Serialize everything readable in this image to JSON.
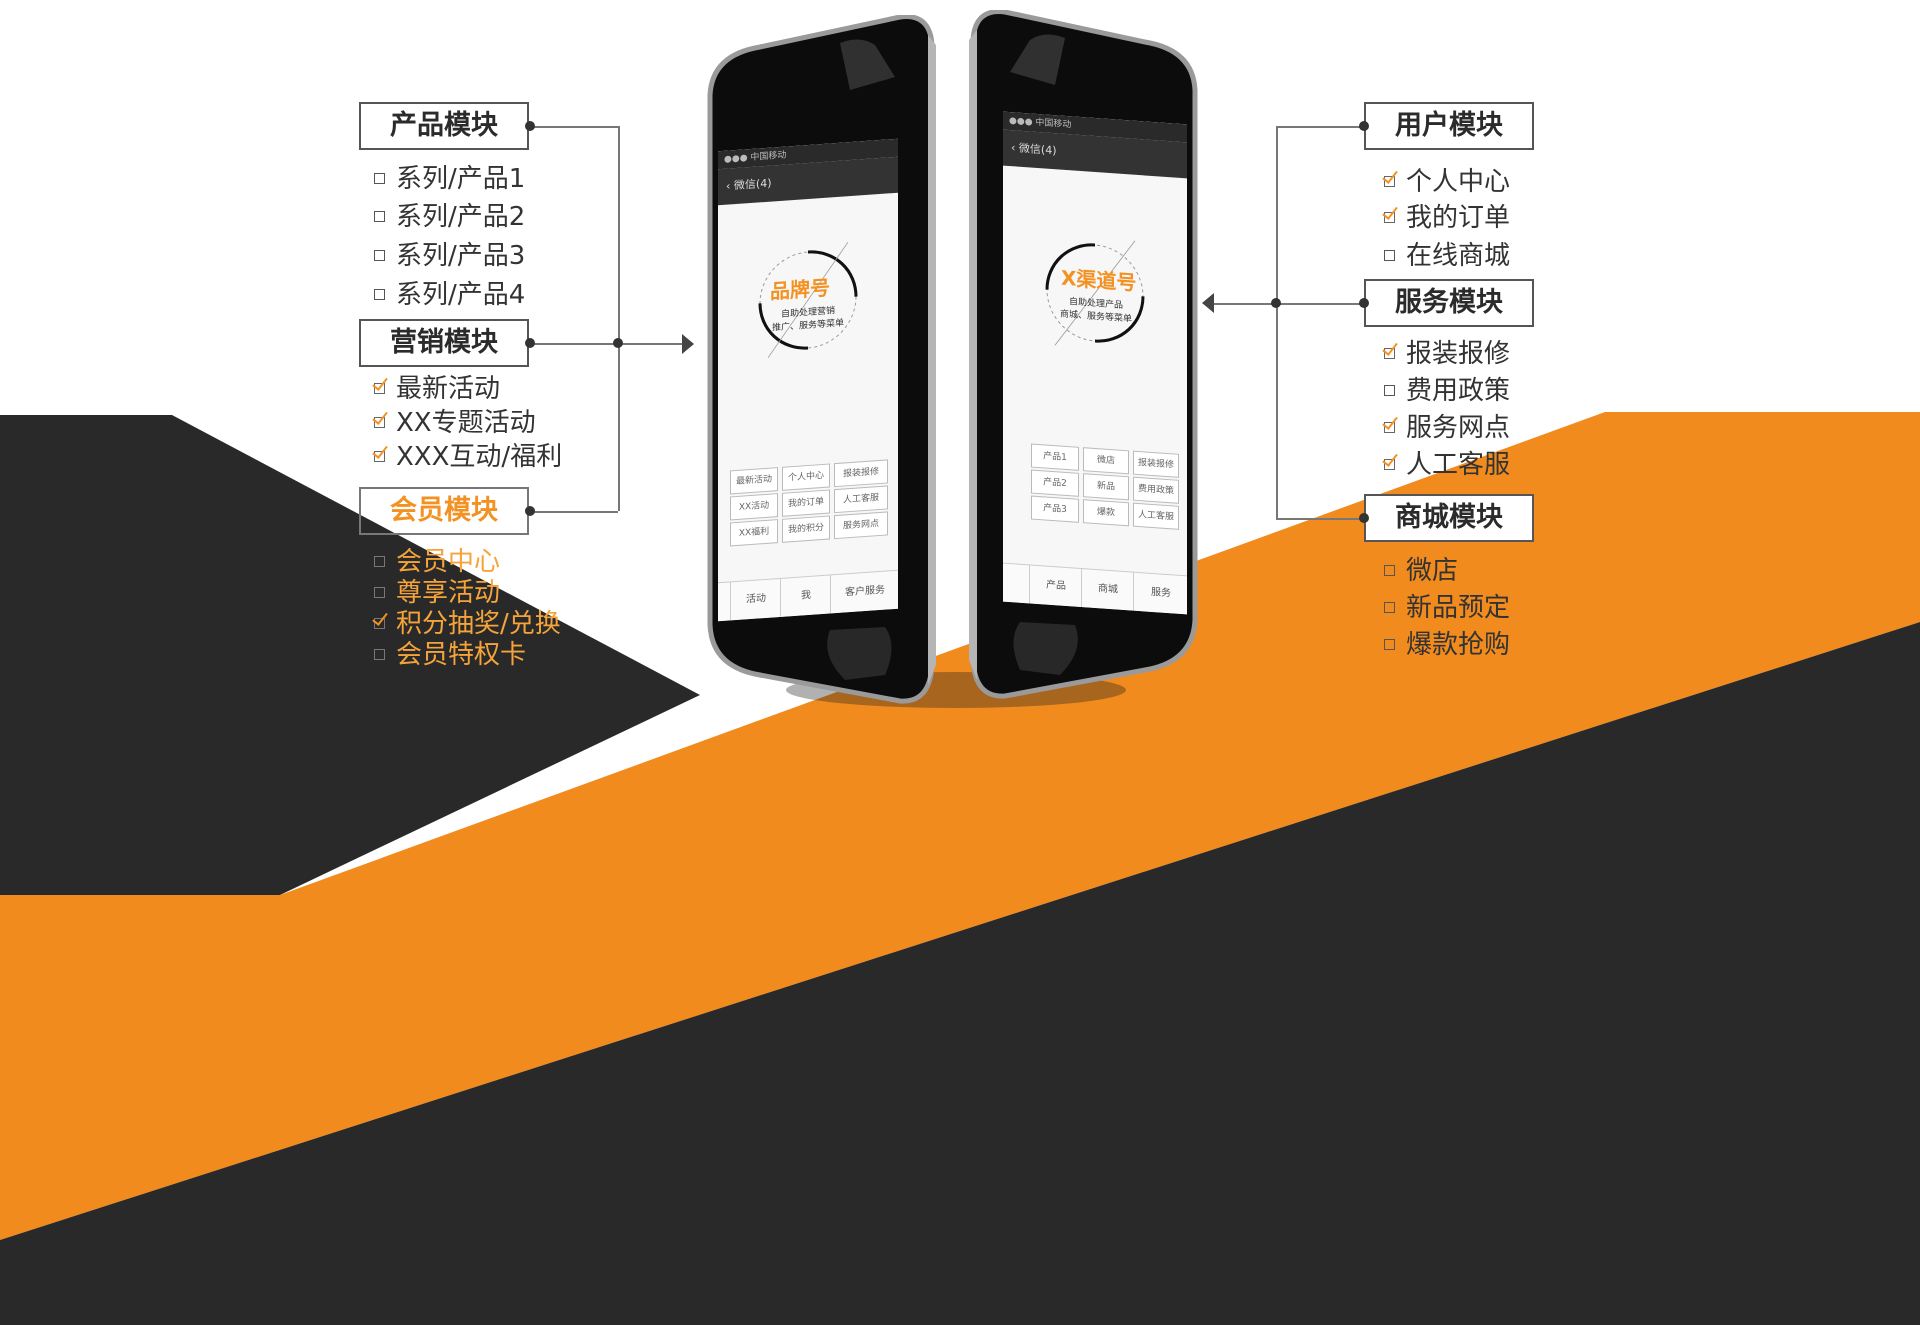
{
  "left": {
    "product": {
      "title": "产品模块",
      "items": [
        "系列/产品1",
        "系列/产品2",
        "系列/产品3",
        "系列/产品4"
      ]
    },
    "marketing": {
      "title": "营销模块",
      "items": [
        "最新活动",
        "XX专题活动",
        "XXX互动/福利"
      ]
    },
    "member": {
      "title": "会员模块",
      "items": [
        "会员中心",
        "尊享活动",
        "积分抽奖/兑换",
        "会员特权卡"
      ]
    }
  },
  "right": {
    "user": {
      "title": "用户模块",
      "items": [
        "个人中心",
        "我的订单",
        "在线商城"
      ]
    },
    "service": {
      "title": "服务模块",
      "items": [
        "报装报修",
        "费用政策",
        "服务网点",
        "人工客服"
      ]
    },
    "mall": {
      "title": "商城模块",
      "items": [
        "微店",
        "新品预定",
        "爆款抢购"
      ]
    }
  },
  "phone_left": {
    "back": "微信(4)",
    "brand": "品牌号",
    "sub": "自助处理营销\n推广、服务等菜单",
    "menu": [
      "最新活动",
      "个人中心",
      "报装报修",
      "XX活动",
      "我的订单",
      "人工客服",
      "XX福利",
      "我的积分",
      "服务网点"
    ],
    "tabs": [
      "活动",
      "我",
      "客户服务"
    ]
  },
  "phone_right": {
    "back": "微信(4)",
    "brand": "X渠道号",
    "sub": "自助处理产品\n商城、服务等菜单",
    "menu": [
      "产品1",
      "微店",
      "报装报修",
      "产品2",
      "新品",
      "费用政策",
      "产品3",
      "爆款",
      "人工客服"
    ],
    "tabs": [
      "产品",
      "商城",
      "服务"
    ]
  },
  "colors": {
    "orange": "#f39223",
    "dark": "#292929"
  }
}
